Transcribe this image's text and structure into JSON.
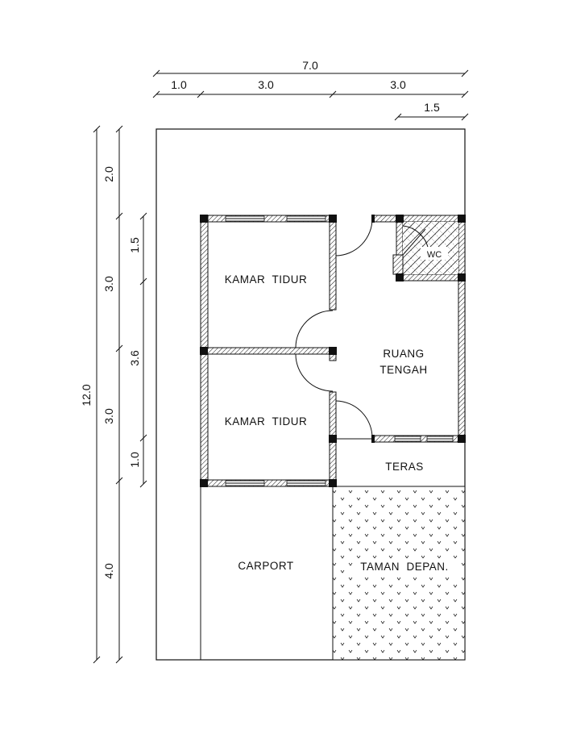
{
  "dimensions": {
    "overall_width": "7.0",
    "width_segments": [
      "1.0",
      "3.0",
      "3.0"
    ],
    "wc_width": "1.5",
    "overall_depth": "12.0",
    "depth_segments_outer": [
      "2.0",
      "3.0",
      "3.0",
      "4.0"
    ],
    "depth_segments_inner": [
      "1.5",
      "3.6",
      "1.0"
    ]
  },
  "rooms": {
    "bedroom_1": "KAMAR  TIDUR",
    "bedroom_2": "KAMAR  TIDUR",
    "living_line1": "RUANG",
    "living_line2": "TENGAH",
    "wc": "WC",
    "terrace": "TERAS",
    "carport": "CARPORT",
    "front_garden": "TAMAN  DEPAN."
  }
}
